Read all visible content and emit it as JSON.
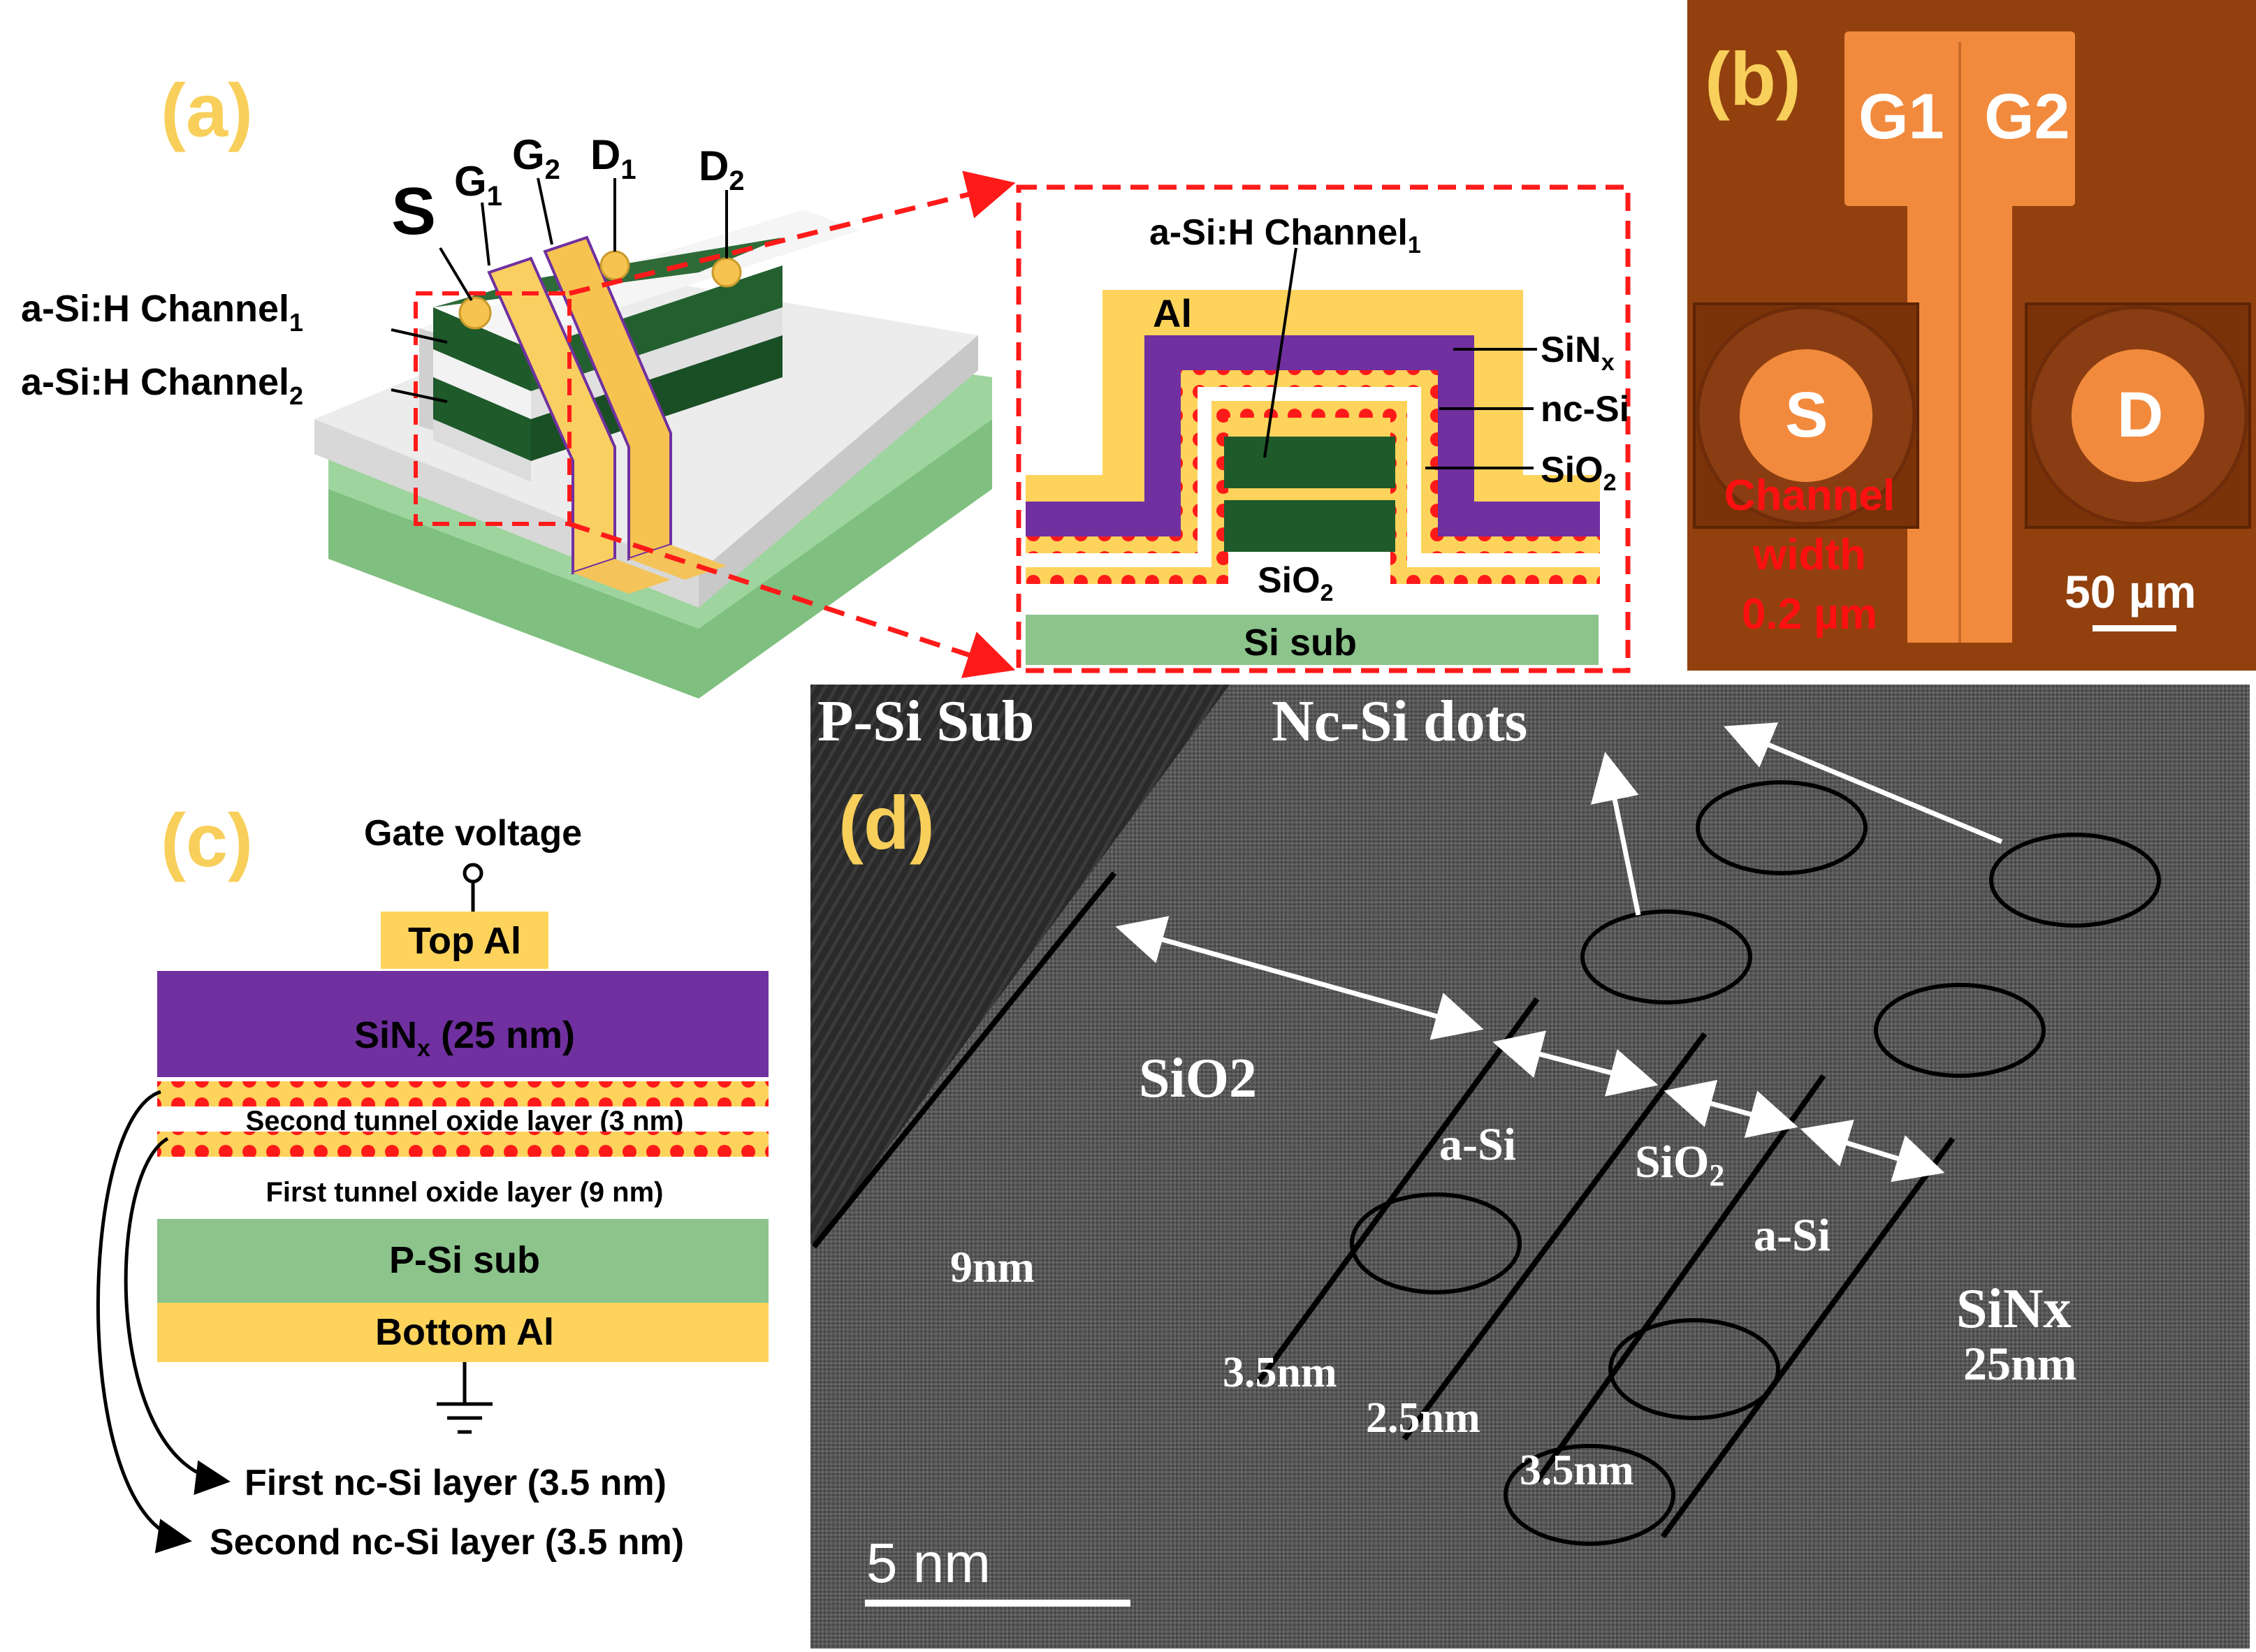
{
  "panels": {
    "a": {
      "label": "(a)",
      "electrodes": {
        "s": "S",
        "g1": "G",
        "g1_sub": "1",
        "g2": "G",
        "g2_sub": "2",
        "d1": "D",
        "d1_sub": "1",
        "d2": "D",
        "d2_sub": "2"
      },
      "channel1": "a-Si:H Channel",
      "channel1_sub": "1",
      "channel2": "a-Si:H Channel",
      "channel2_sub": "2",
      "inset": {
        "channel_label": "a-Si:H Channel",
        "channel_label_sub": "1",
        "al": "Al",
        "sinx": "SiN",
        "sinx_sub": "x",
        "ncsi": "nc-Si",
        "sio2_right": "SiO",
        "sio2_right_sub": "2",
        "sio2_bottom": "SiO",
        "sio2_bottom_sub": "2",
        "si_sub": "Si sub"
      }
    },
    "b": {
      "label": "(b)",
      "g1": "G1",
      "g2": "G2",
      "s": "S",
      "d": "D",
      "channel_line1": "Channel",
      "channel_line2": "width",
      "channel_line3": "0.2 µm",
      "scale": "50 µm"
    },
    "c": {
      "label": "(c)",
      "gate_voltage": "Gate voltage",
      "top_al": "Top Al",
      "sinx": "SiN",
      "sinx_sub": "x",
      "sinx_rest": " (25 nm)",
      "second_tunnel": "Second tunnel oxide layer (3 nm)",
      "first_tunnel": "First tunnel oxide layer (9 nm)",
      "psi_sub": "P-Si sub",
      "bottom_al": "Bottom Al",
      "first_ncsi": "First nc-Si layer (3.5 nm)",
      "second_ncsi": "Second nc-Si layer (3.5 nm)"
    },
    "d": {
      "label": "(d)",
      "psi_sub": "P-Si Sub",
      "ncsi_dots": "Nc-Si dots",
      "sio2_left": "SiO2",
      "asi_1": "a-Si",
      "sio2_mid": "SiO",
      "sio2_mid_sub": "2",
      "asi_2": "a-Si",
      "sinx": "SiNx",
      "sinx_thk": "25nm",
      "thk_9": "9nm",
      "thk_35a": "3.5nm",
      "thk_25": "2.5nm",
      "thk_35b": "3.5nm",
      "scale": "5 nm"
    }
  },
  "colors": {
    "panel_label": "#f8cf5a",
    "aluminum": "#fdd35c",
    "sinx": "#7030a0",
    "asi_channel": "#1f5a2a",
    "si_sub": "#8cc48c",
    "nc_si_dot": "#ff1a1a",
    "optical_bg": "#8a3a0c",
    "optical_pad": "#f28a3d",
    "channel_text": "#ff1010"
  }
}
